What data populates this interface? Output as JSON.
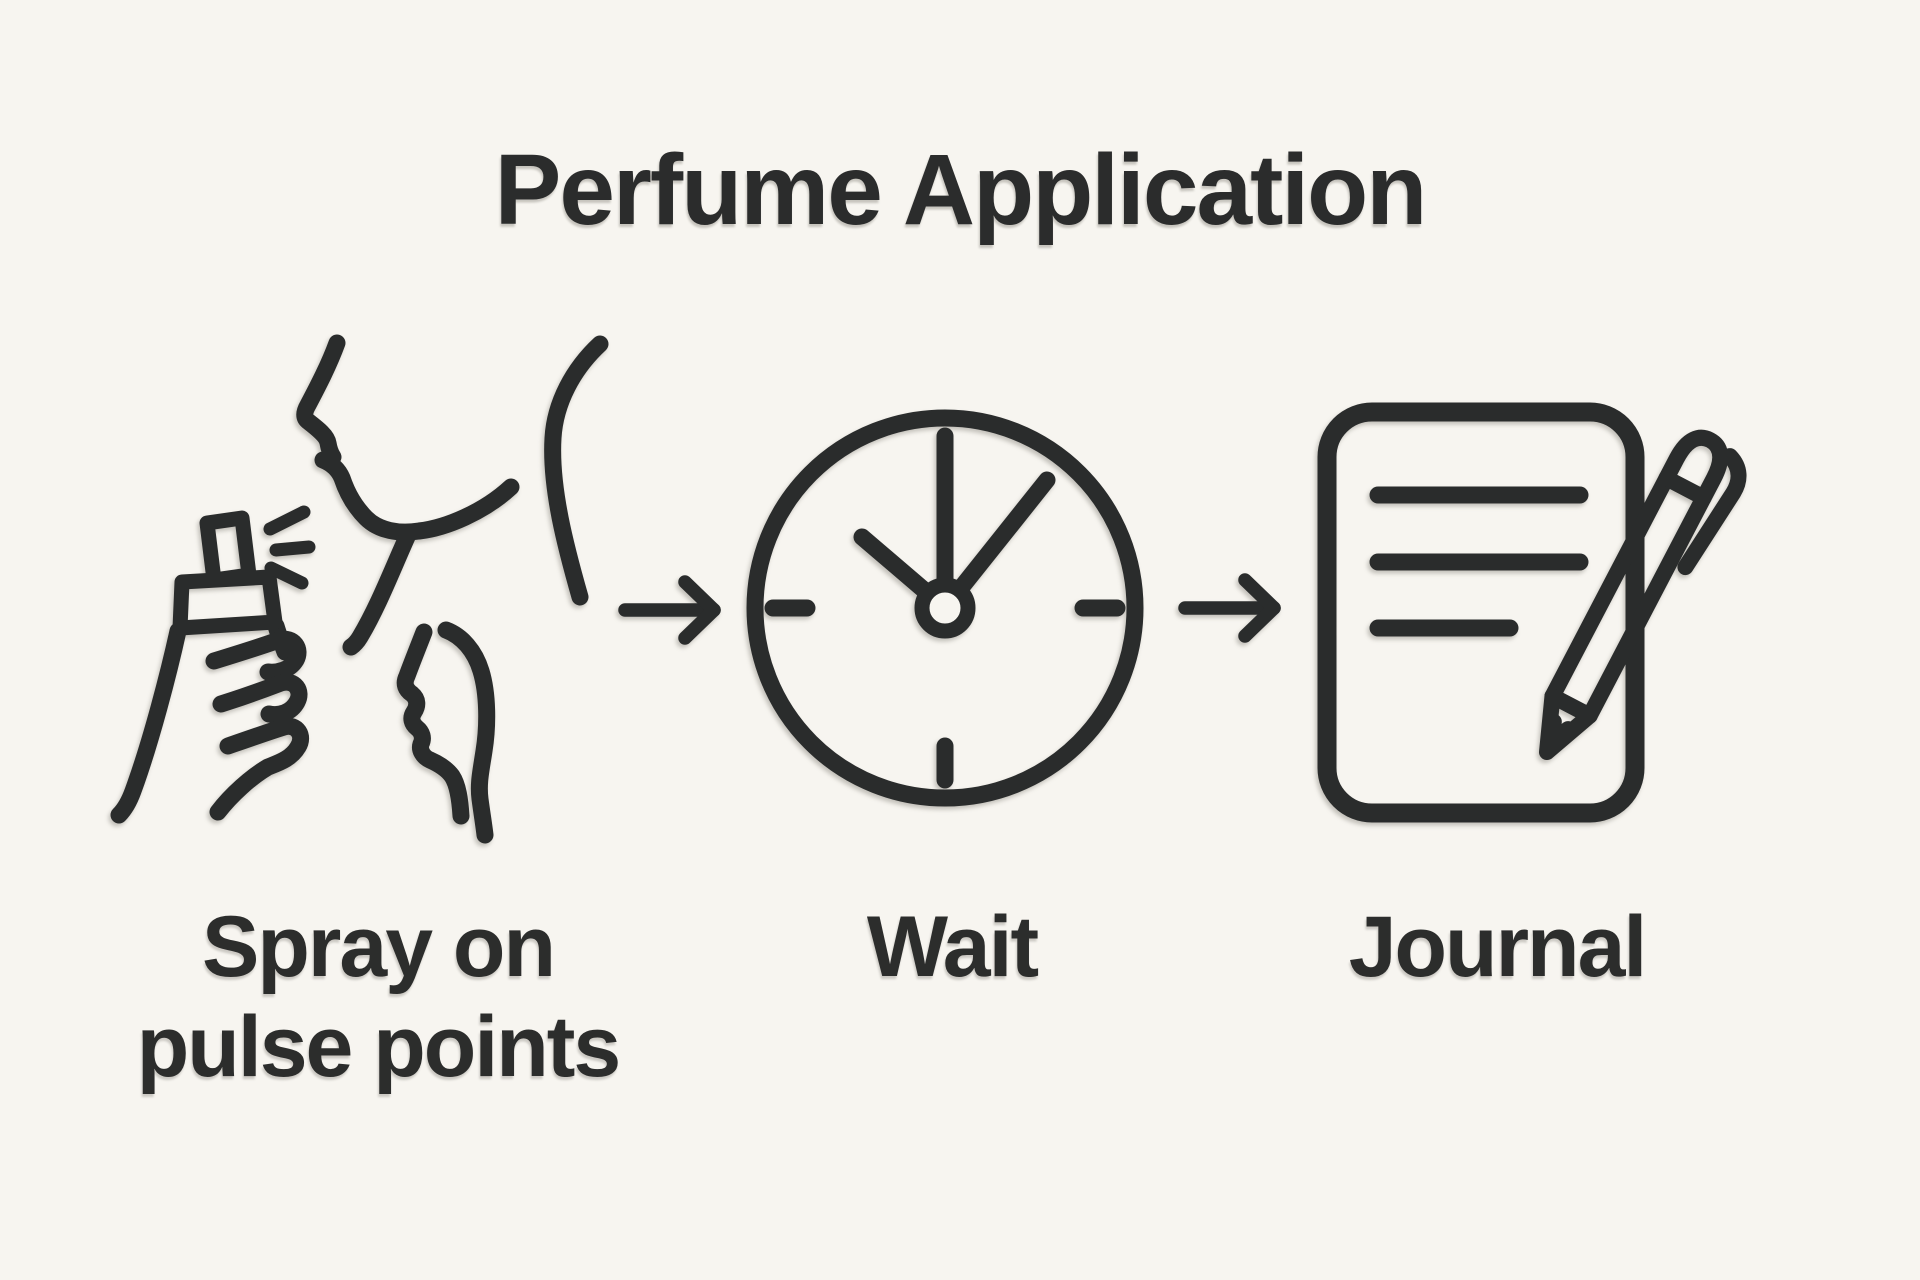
{
  "canvas": {
    "background_color": "#f7f5f0",
    "ink_color": "#2a2c2c"
  },
  "title": {
    "text": "Perfume Application"
  },
  "steps": [
    {
      "name": "spray-on-pulse-points",
      "icon": "spray-bottle-on-neck-icon",
      "label_lines": [
        "Spray on",
        "pulse points"
      ]
    },
    {
      "name": "wait",
      "icon": "clock-icon",
      "label_lines": [
        "Wait"
      ]
    },
    {
      "name": "journal",
      "icon": "notebook-and-pen-icon",
      "label_lines": [
        "Journal"
      ]
    }
  ],
  "arrows": [
    {
      "name": "arrow-spray-to-wait",
      "icon": "right-arrow-icon"
    },
    {
      "name": "arrow-wait-to-journal",
      "icon": "right-arrow-icon"
    }
  ]
}
